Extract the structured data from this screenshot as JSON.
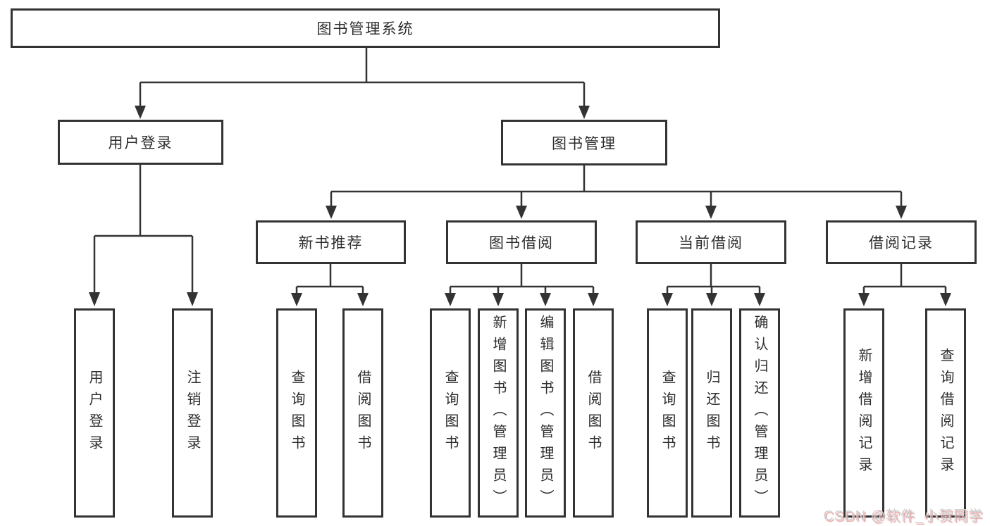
{
  "diagram": {
    "root": {
      "label": "图书管理系统"
    },
    "branches": [
      {
        "label": "用户登录",
        "children": [
          {
            "label": "用户登录"
          },
          {
            "label": "注销登录"
          }
        ]
      },
      {
        "label": "图书管理",
        "modules": [
          {
            "label": "新书推荐",
            "children": [
              {
                "label": "查询图书"
              },
              {
                "label": "借阅图书"
              }
            ]
          },
          {
            "label": "图书借阅",
            "children": [
              {
                "label": "查询图书"
              },
              {
                "label": "新增图书（管理员）"
              },
              {
                "label": "编辑图书（管理员）"
              },
              {
                "label": "借阅图书"
              }
            ]
          },
          {
            "label": "当前借阅",
            "children": [
              {
                "label": "查询图书"
              },
              {
                "label": "归还图书"
              },
              {
                "label": "确认归还（管理员）"
              }
            ]
          },
          {
            "label": "借阅记录",
            "children": [
              {
                "label": "新增借阅记录"
              },
              {
                "label": "查询借阅记录"
              }
            ]
          }
        ]
      }
    ]
  },
  "watermark": {
    "text": "CSDN @软件_小贺同学"
  },
  "colors": {
    "line": "#333333",
    "text": "#2d2d2d",
    "background": "#ffffff",
    "watermark_gray": "#cfcfcf",
    "watermark_red": "#e9a0a0"
  }
}
